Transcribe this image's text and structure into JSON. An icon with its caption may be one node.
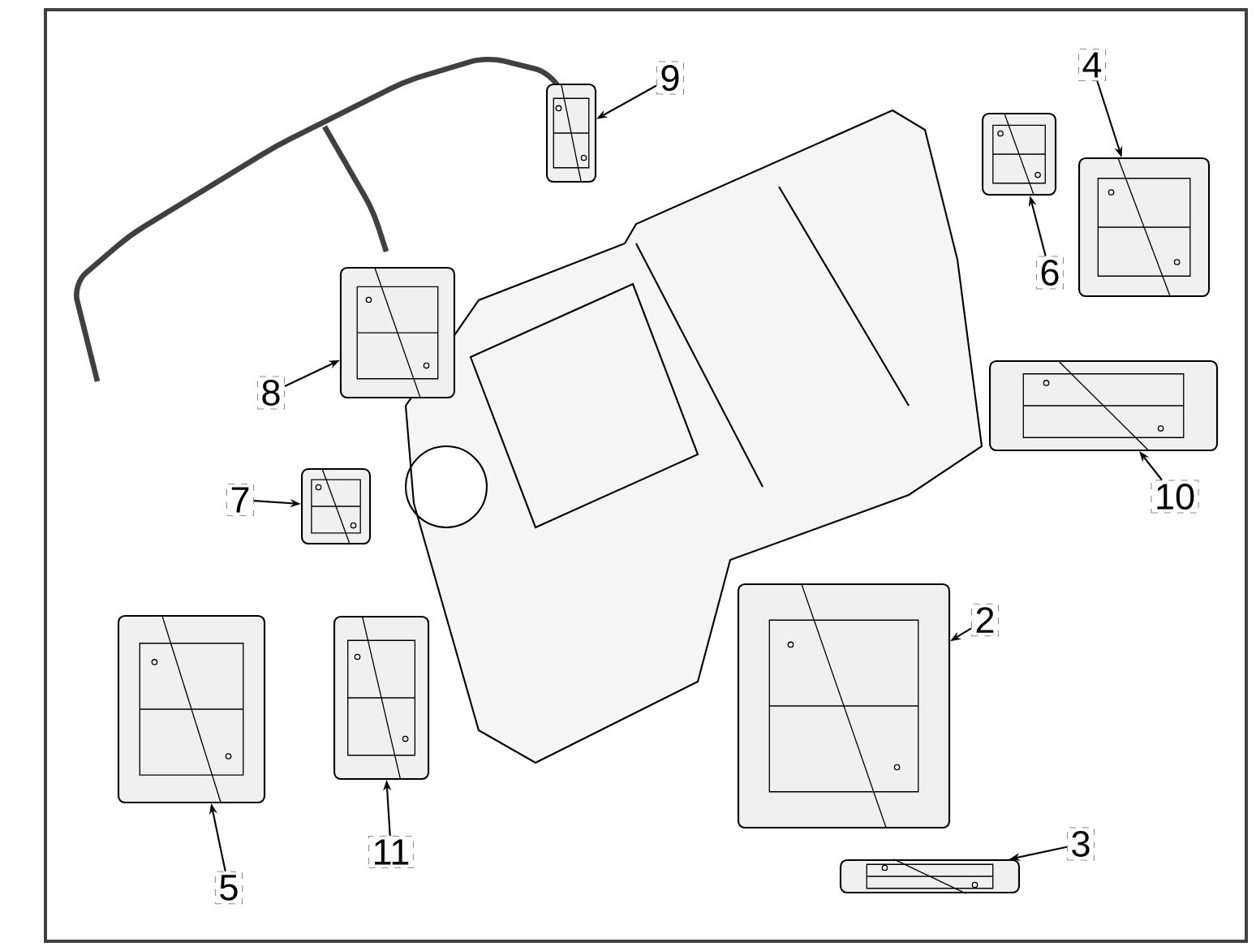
{
  "diagram": {
    "nodes": [
      {
        "text": [
          "9"
        ]
      },
      {
        "text": [],
        "shape": "picture"
      },
      {
        "text": [
          "4"
        ]
      },
      {
        "text": [],
        "shape": "picture"
      },
      {
        "text": [
          "6"
        ]
      },
      {
        "text": [],
        "shape": "picture"
      },
      {
        "text": [
          "8"
        ]
      },
      {
        "text": [],
        "shape": "picture"
      },
      {
        "text": [
          "7"
        ]
      },
      {
        "text": [],
        "shape": "picture"
      },
      {
        "text": [
          "10"
        ]
      },
      {
        "text": [],
        "shape": "picture"
      },
      {
        "text": [
          "2"
        ]
      },
      {
        "text": [],
        "shape": "picture"
      },
      {
        "text": [
          "3"
        ]
      },
      {
        "text": [],
        "shape": "picture"
      },
      {
        "text": [
          "5"
        ]
      },
      {
        "text": [],
        "shape": "picture"
      },
      {
        "text": [
          "11"
        ]
      },
      {
        "text": [],
        "shape": "picture"
      }
    ],
    "edges": [
      {
        "from": 0,
        "to": 1,
        "arrow": "to"
      },
      {
        "from": 2,
        "to": 3,
        "arrow": "to"
      },
      {
        "from": 4,
        "to": 5,
        "arrow": "to"
      },
      {
        "from": 6,
        "to": 7,
        "arrow": "to"
      },
      {
        "from": 8,
        "to": 9,
        "arrow": "to"
      },
      {
        "from": 10,
        "to": 11,
        "arrow": "to"
      },
      {
        "from": 12,
        "to": 13,
        "arrow": "to"
      },
      {
        "from": 14,
        "to": 15,
        "arrow": "to"
      },
      {
        "from": 16,
        "to": 17,
        "arrow": "to"
      },
      {
        "from": 18,
        "to": 19,
        "arrow": "to"
      }
    ]
  }
}
